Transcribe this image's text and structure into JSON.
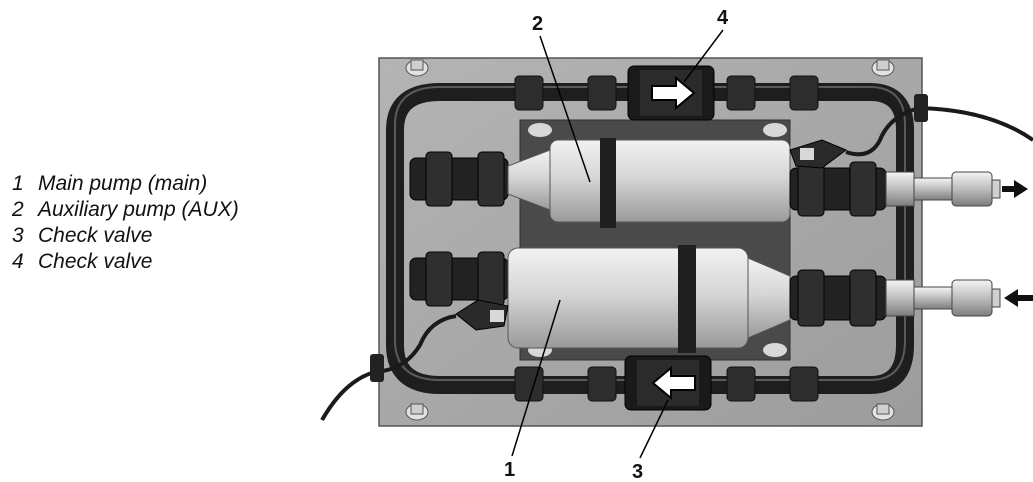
{
  "legend": {
    "items": [
      {
        "number": "1",
        "label": "Main pump (main)"
      },
      {
        "number": "2",
        "label": "Auxiliary pump (AUX)"
      },
      {
        "number": "3",
        "label": "Check valve"
      },
      {
        "number": "4",
        "label": "Check valve"
      }
    ]
  },
  "callouts": {
    "c1": "1",
    "c2": "2",
    "c3": "3",
    "c4": "4"
  },
  "colors": {
    "plate": "#a9a9a9",
    "hose": "#1e1e1e",
    "pump_body": "#d9d9d9",
    "fitting": "#c8c8c8"
  }
}
